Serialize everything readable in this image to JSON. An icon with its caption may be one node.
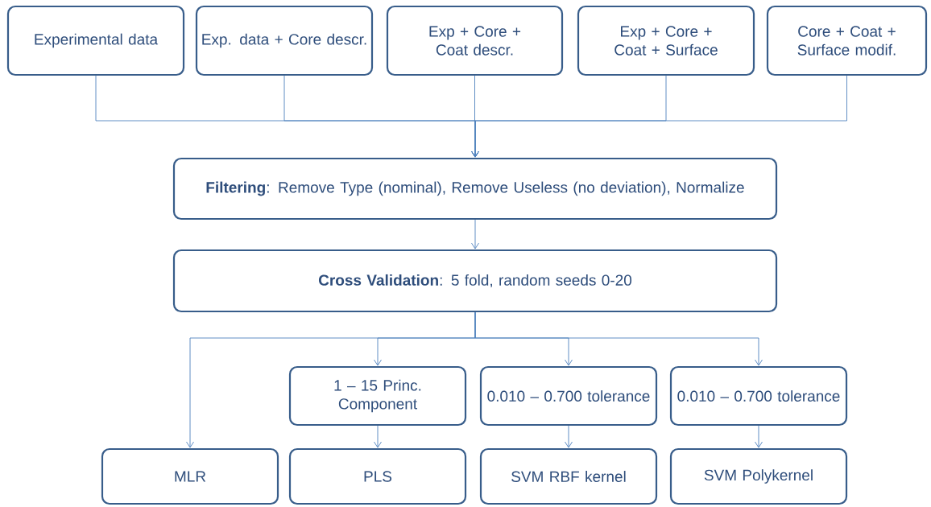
{
  "diagram": {
    "nodes": [
      {
        "text": [
          "Experimental data"
        ]
      },
      {
        "text": [
          "Exp. data + Core descr."
        ]
      },
      {
        "text": [
          "Exp + Core + Coat descr."
        ]
      },
      {
        "text": [
          "Exp + Core + Coat + Surface"
        ]
      },
      {
        "text": [
          "Core + Coat + Surface modif."
        ]
      },
      {
        "text": [
          "**Filtering**: Remove Type (nominal), Remove Useless (no deviation), Normalize"
        ]
      },
      {
        "text": [
          "**Cross Validation**: 5 fold, random seeds 0-20"
        ]
      },
      {
        "text": [
          "1 – 15 Princ. Component"
        ]
      },
      {
        "text": [
          "0.010 – 0.700 tolerance"
        ]
      },
      {
        "text": [
          "0.010 – 0.700 tolerance"
        ]
      },
      {
        "text": [
          "MLR"
        ]
      },
      {
        "text": [
          "PLS"
        ]
      },
      {
        "text": [
          "SVM RBF kernel"
        ]
      },
      {
        "text": [
          "SVM Polykernel"
        ]
      }
    ],
    "edges": [
      {
        "from": 0,
        "to": 5,
        "arrow": "to"
      },
      {
        "from": 1,
        "to": 5,
        "arrow": "to"
      },
      {
        "from": 2,
        "to": 5,
        "arrow": "to"
      },
      {
        "from": 3,
        "to": 5,
        "arrow": "to"
      },
      {
        "from": 4,
        "to": 5,
        "arrow": "to"
      },
      {
        "from": 5,
        "to": 6,
        "arrow": "to"
      },
      {
        "from": 6,
        "to": 10,
        "arrow": "to"
      },
      {
        "from": 6,
        "to": 7,
        "arrow": "to"
      },
      {
        "from": 6,
        "to": 8,
        "arrow": "to"
      },
      {
        "from": 6,
        "to": 9,
        "arrow": "to"
      },
      {
        "from": 7,
        "to": 11,
        "arrow": "to"
      },
      {
        "from": 8,
        "to": 12,
        "arrow": "to"
      },
      {
        "from": 9,
        "to": 13,
        "arrow": "to"
      }
    ]
  }
}
